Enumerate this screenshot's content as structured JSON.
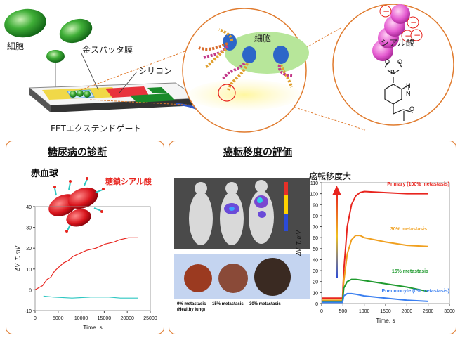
{
  "top": {
    "labels": {
      "cell_left": "細胞",
      "gold_film": "金スパッタ膜",
      "silicon": "シリコン",
      "fet": "FETエクステンドゲート",
      "cell_mid": "細胞",
      "sialic": "シアル酸"
    },
    "molecule": {
      "atom_o1": "O",
      "atom_b": "B",
      "atom_o2": "O",
      "atom_n": "N",
      "atom_h": "H",
      "atom_o3": "O"
    },
    "colors": {
      "panel_border": "#e07b2e",
      "cell_green": "#2e9a2e",
      "sialic_pink": "#e255c8"
    }
  },
  "left_panel": {
    "title": "糖尿病の診断",
    "rbc_label": "赤血球",
    "sugar_label": "糖鎖シアル酸"
  },
  "right_panel": {
    "title": "癌転移度の評価",
    "arrow_label": "癌転移度大",
    "lung_labels": [
      "0% metastasis",
      "(Healthy lung)",
      "15% metastasis",
      "30% metastasis"
    ]
  },
  "chart_data": [
    {
      "type": "line",
      "xlabel": "Time, s",
      "ylabel": "ΔV_T, mV",
      "xlim": [
        0,
        25000
      ],
      "ylim": [
        -10,
        40
      ],
      "xticks": [
        0,
        5000,
        10000,
        15000,
        20000,
        25000
      ],
      "yticks": [
        -10,
        0,
        10,
        20,
        30,
        40
      ],
      "xtick_labels": [
        "0",
        "5000",
        "10000",
        "15000",
        "20000",
        "25000"
      ],
      "ytick_labels": [
        "-10",
        "0",
        "10",
        "20",
        "30",
        "40"
      ],
      "series": [
        {
          "color": "#e8251f",
          "x": [
            0,
            800,
            1600,
            2600,
            3400,
            4200,
            5200,
            6200,
            7200,
            8200,
            9200,
            10200,
            11200,
            12200,
            13200,
            14200,
            15200,
            16200,
            17200,
            18200,
            19200,
            20200,
            21200,
            22400
          ],
          "y": [
            0,
            1,
            2,
            5,
            6,
            9,
            11,
            13,
            14,
            16,
            17,
            18,
            19,
            19.5,
            20,
            21,
            22,
            22.5,
            23,
            24,
            24.5,
            25,
            25,
            25
          ]
        },
        {
          "color": "#2ec7c2",
          "x": [
            1800,
            4000,
            8000,
            12000,
            16000,
            18500,
            20000,
            22400
          ],
          "y": [
            -3,
            -3.5,
            -4,
            -3.5,
            -3.5,
            -4,
            -4,
            -4
          ]
        }
      ]
    },
    {
      "type": "line",
      "xlabel": "Time, s",
      "ylabel": "ΔV_T, mV",
      "xlim": [
        0,
        3000
      ],
      "ylim": [
        0,
        110
      ],
      "xticks": [
        0,
        500,
        1000,
        1500,
        2000,
        2500,
        3000
      ],
      "yticks": [
        0,
        10,
        20,
        30,
        40,
        50,
        60,
        70,
        80,
        90,
        100,
        110
      ],
      "xtick_labels": [
        "0",
        "500",
        "1000",
        "1500",
        "2000",
        "2500",
        "3000"
      ],
      "ytick_labels": [
        "0",
        "10",
        "20",
        "30",
        "40",
        "50",
        "60",
        "70",
        "80",
        "90",
        "100",
        "110"
      ],
      "series": [
        {
          "name": "Primary (100% metastasis)",
          "color": "#e8251f",
          "x": [
            0,
            490,
            520,
            600,
            700,
            800,
            900,
            1000,
            1500,
            2000,
            2500
          ],
          "y": [
            5,
            5,
            30,
            70,
            90,
            98,
            101,
            102,
            101,
            100,
            100
          ]
        },
        {
          "name": "30% metastasis",
          "color": "#f0a020",
          "x": [
            0,
            490,
            520,
            600,
            700,
            800,
            900,
            1000,
            1500,
            2000,
            2500
          ],
          "y": [
            3,
            3,
            20,
            45,
            58,
            62,
            62,
            60,
            56,
            53,
            52
          ]
        },
        {
          "name": "15% metastasis",
          "color": "#1f9a2e",
          "x": [
            0,
            490,
            520,
            600,
            700,
            800,
            1000,
            1500,
            2000,
            2500
          ],
          "y": [
            2,
            2,
            14,
            20,
            22,
            22,
            21,
            18,
            15,
            11
          ]
        },
        {
          "name": "Pneumocyte (0% metastasis)",
          "color": "#3a7ff0",
          "x": [
            0,
            490,
            520,
            600,
            700,
            800,
            1000,
            1500,
            2000,
            2500
          ],
          "y": [
            1,
            1,
            7,
            9,
            9,
            8.5,
            7,
            5,
            3,
            2
          ]
        }
      ]
    }
  ]
}
